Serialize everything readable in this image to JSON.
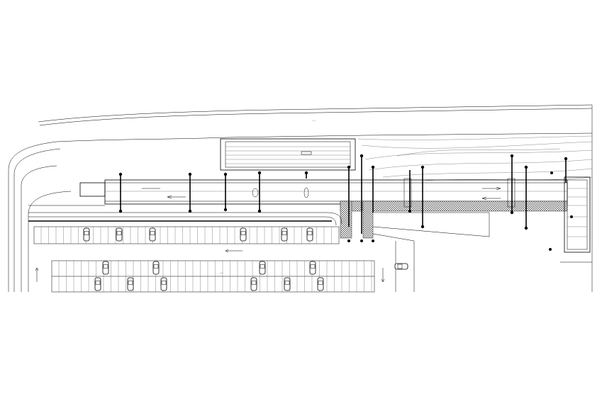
{
  "drawing": {
    "type": "site-plan",
    "line_color": "#000000",
    "background_color": "#ffffff",
    "hatch_color": "#333333"
  },
  "parking": {
    "upper_row_cars": 6,
    "lower_front_row_cars": 4,
    "lower_back_row_cars": 6,
    "side_car": 1
  },
  "legend": {
    "tiny_label": "....",
    "parking_label": "..."
  }
}
